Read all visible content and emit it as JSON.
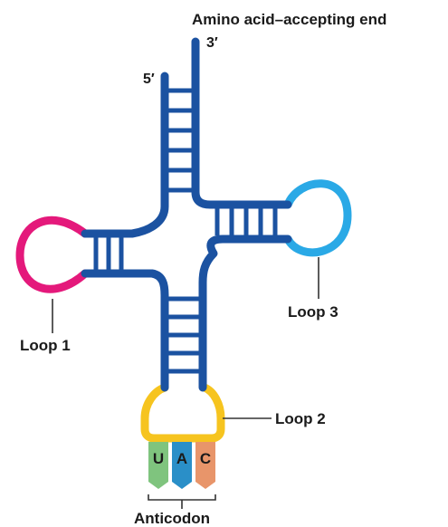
{
  "labels": {
    "amino_end": "Amino acid–accepting end",
    "three_prime": "3′",
    "five_prime": "5′",
    "loop1": "Loop 1",
    "loop2": "Loop 2",
    "loop3": "Loop 3",
    "anticodon": "Anticodon"
  },
  "anticodon_bases": [
    {
      "letter": "U",
      "color": "#7fc47e"
    },
    {
      "letter": "A",
      "color": "#2a8fc8"
    },
    {
      "letter": "C",
      "color": "#e8956a"
    }
  ],
  "colors": {
    "backbone": "#1b52a1",
    "loop1": "#e4197b",
    "loop2": "#f6c41f",
    "loop3": "#2aa9e6",
    "leader_line": "#333333"
  }
}
